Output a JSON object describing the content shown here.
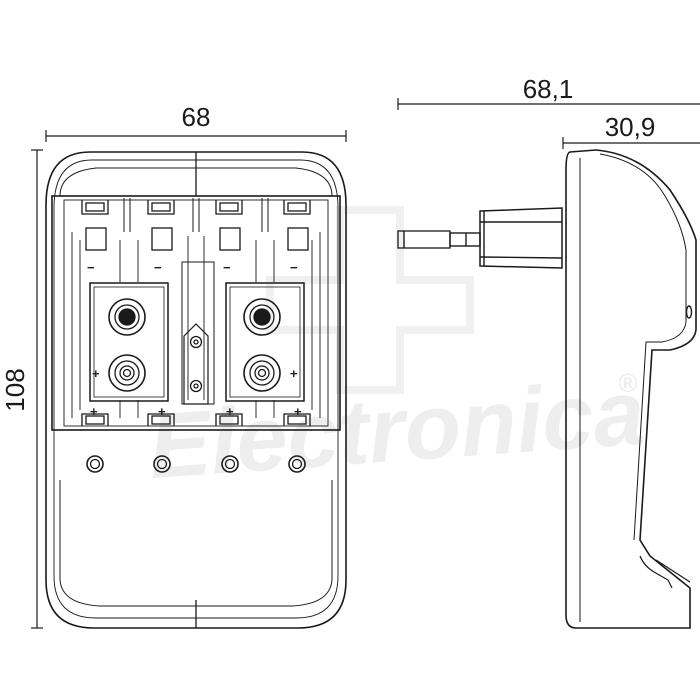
{
  "dimensions": {
    "front_width": "68",
    "front_height": "108",
    "side_depth_total": "68,1",
    "side_depth_body": "30,9"
  },
  "polarity": {
    "minus": "−",
    "plus": "+"
  },
  "watermark": {
    "text": "Electronica",
    "registered": "®"
  },
  "colors": {
    "line": "#1a1a1a",
    "watermark": "#eeeeee",
    "background": "#ffffff"
  }
}
